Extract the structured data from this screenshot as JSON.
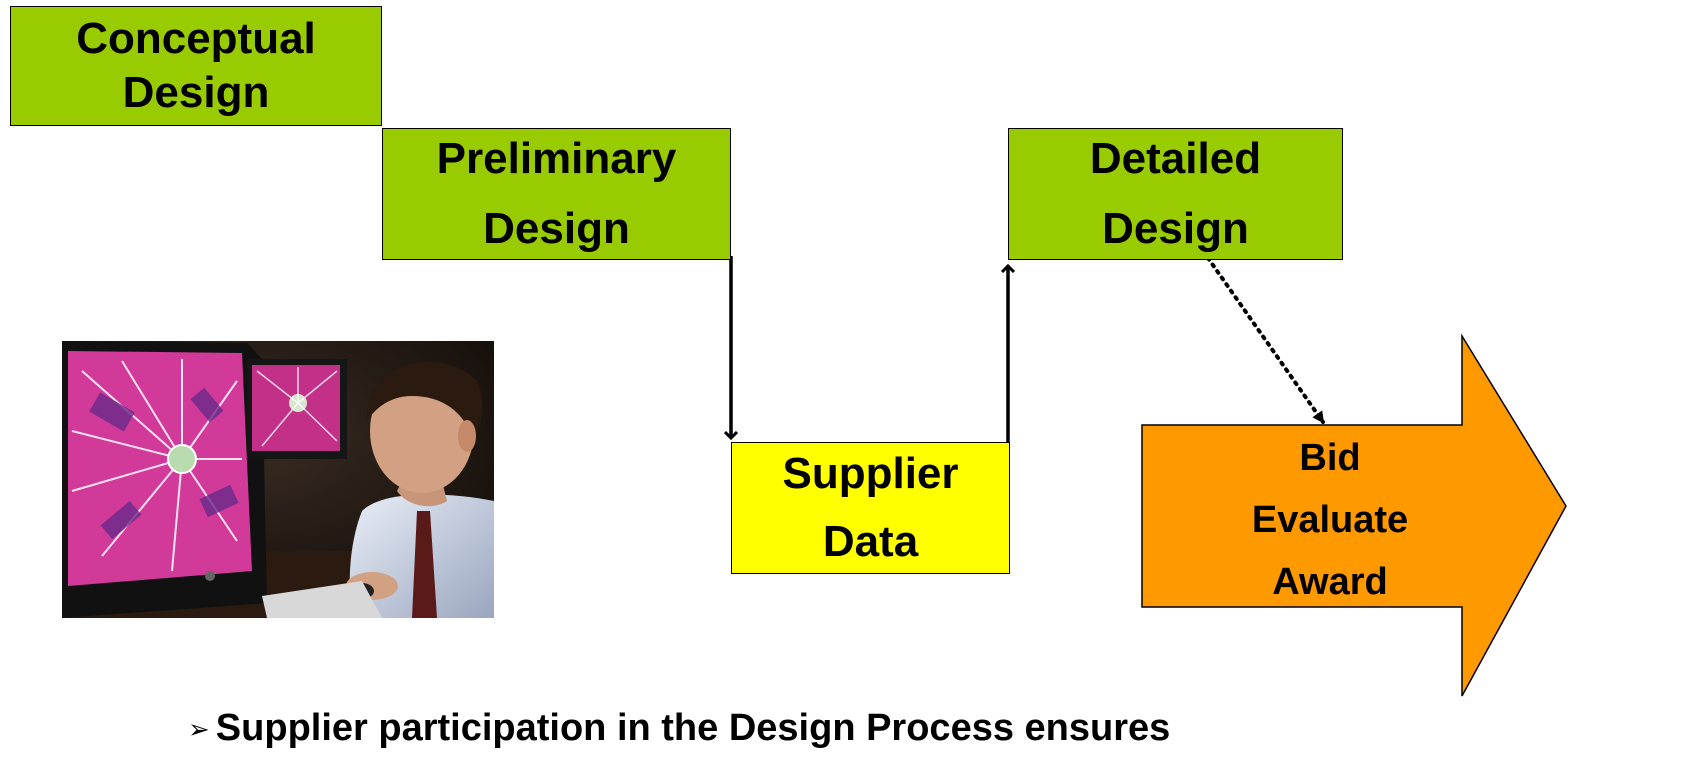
{
  "steps": {
    "conceptual": [
      "Conceptual",
      "Design"
    ],
    "preliminary": [
      "Preliminary",
      "Design"
    ],
    "detailed": [
      "Detailed",
      "Design"
    ],
    "supplier": [
      "Supplier",
      "Data"
    ],
    "bid": [
      "Bid",
      "Evaluate",
      "Award"
    ]
  },
  "colors": {
    "design_step": "#99cc00",
    "supplier_step": "#ffff00",
    "bid_arrow": "#ff9900"
  },
  "footnote": {
    "bullet": "➢",
    "text": "Supplier participation in the Design Process ensures"
  },
  "photo": {
    "icon": "engineer-at-cad-workstation-photo"
  }
}
